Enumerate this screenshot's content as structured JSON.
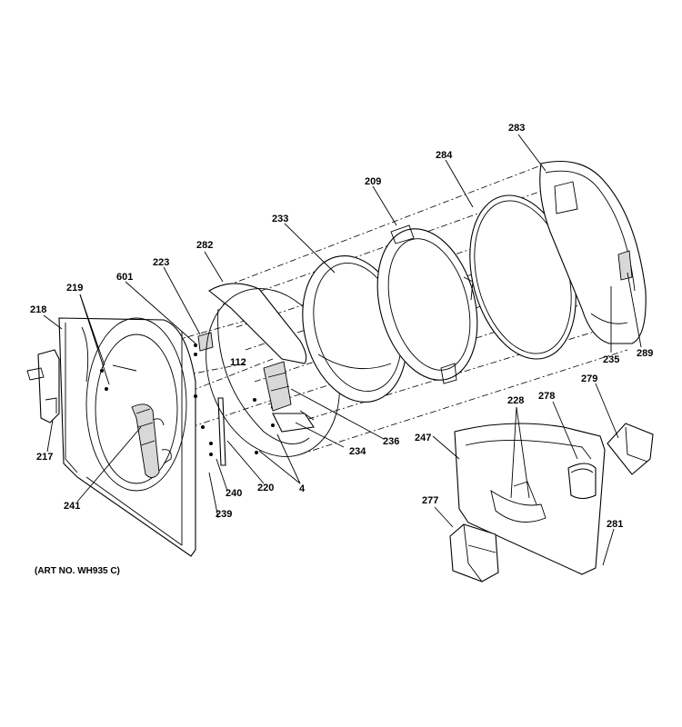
{
  "callouts": {
    "c218": "218",
    "c219": "219",
    "c217": "217",
    "c241": "241",
    "c239": "239",
    "c240": "240",
    "c220": "220",
    "c601": "601",
    "c223": "223",
    "c282": "282",
    "c112": "112",
    "c4": "4",
    "c234": "234",
    "c236": "236",
    "c233": "233",
    "c209": "209",
    "c284": "284",
    "c283": "283",
    "c235": "235",
    "c289": "289",
    "c228": "228",
    "c278": "278",
    "c279": "279",
    "c247": "247",
    "c277": "277",
    "c281": "281"
  },
  "art_note": "(ART NO. WH935 C)"
}
